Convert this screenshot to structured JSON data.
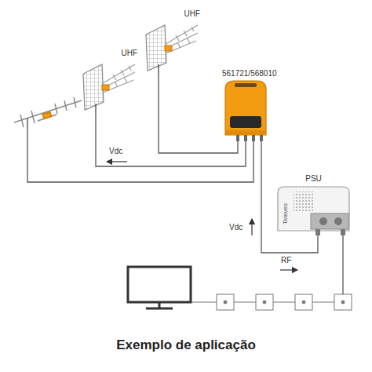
{
  "diagram": {
    "caption": "Exemplo de aplicação",
    "nodes": [
      {
        "text": [
          "UHF"
        ]
      },
      {
        "text": [
          "UHF"
        ]
      },
      {
        "text": [
          "561721/568010"
        ]
      },
      {
        "text": [
          "PSU",
          "Televes"
        ]
      }
    ],
    "edges": [
      {
        "from": 0,
        "to": 2,
        "arrow": "none"
      },
      {
        "from": 1,
        "to": 2,
        "arrow": "none"
      },
      {
        "from": 2,
        "to": 3,
        "arrow": "none"
      }
    ],
    "labels": [
      "Vdc",
      "Vdc",
      "RF"
    ]
  }
}
